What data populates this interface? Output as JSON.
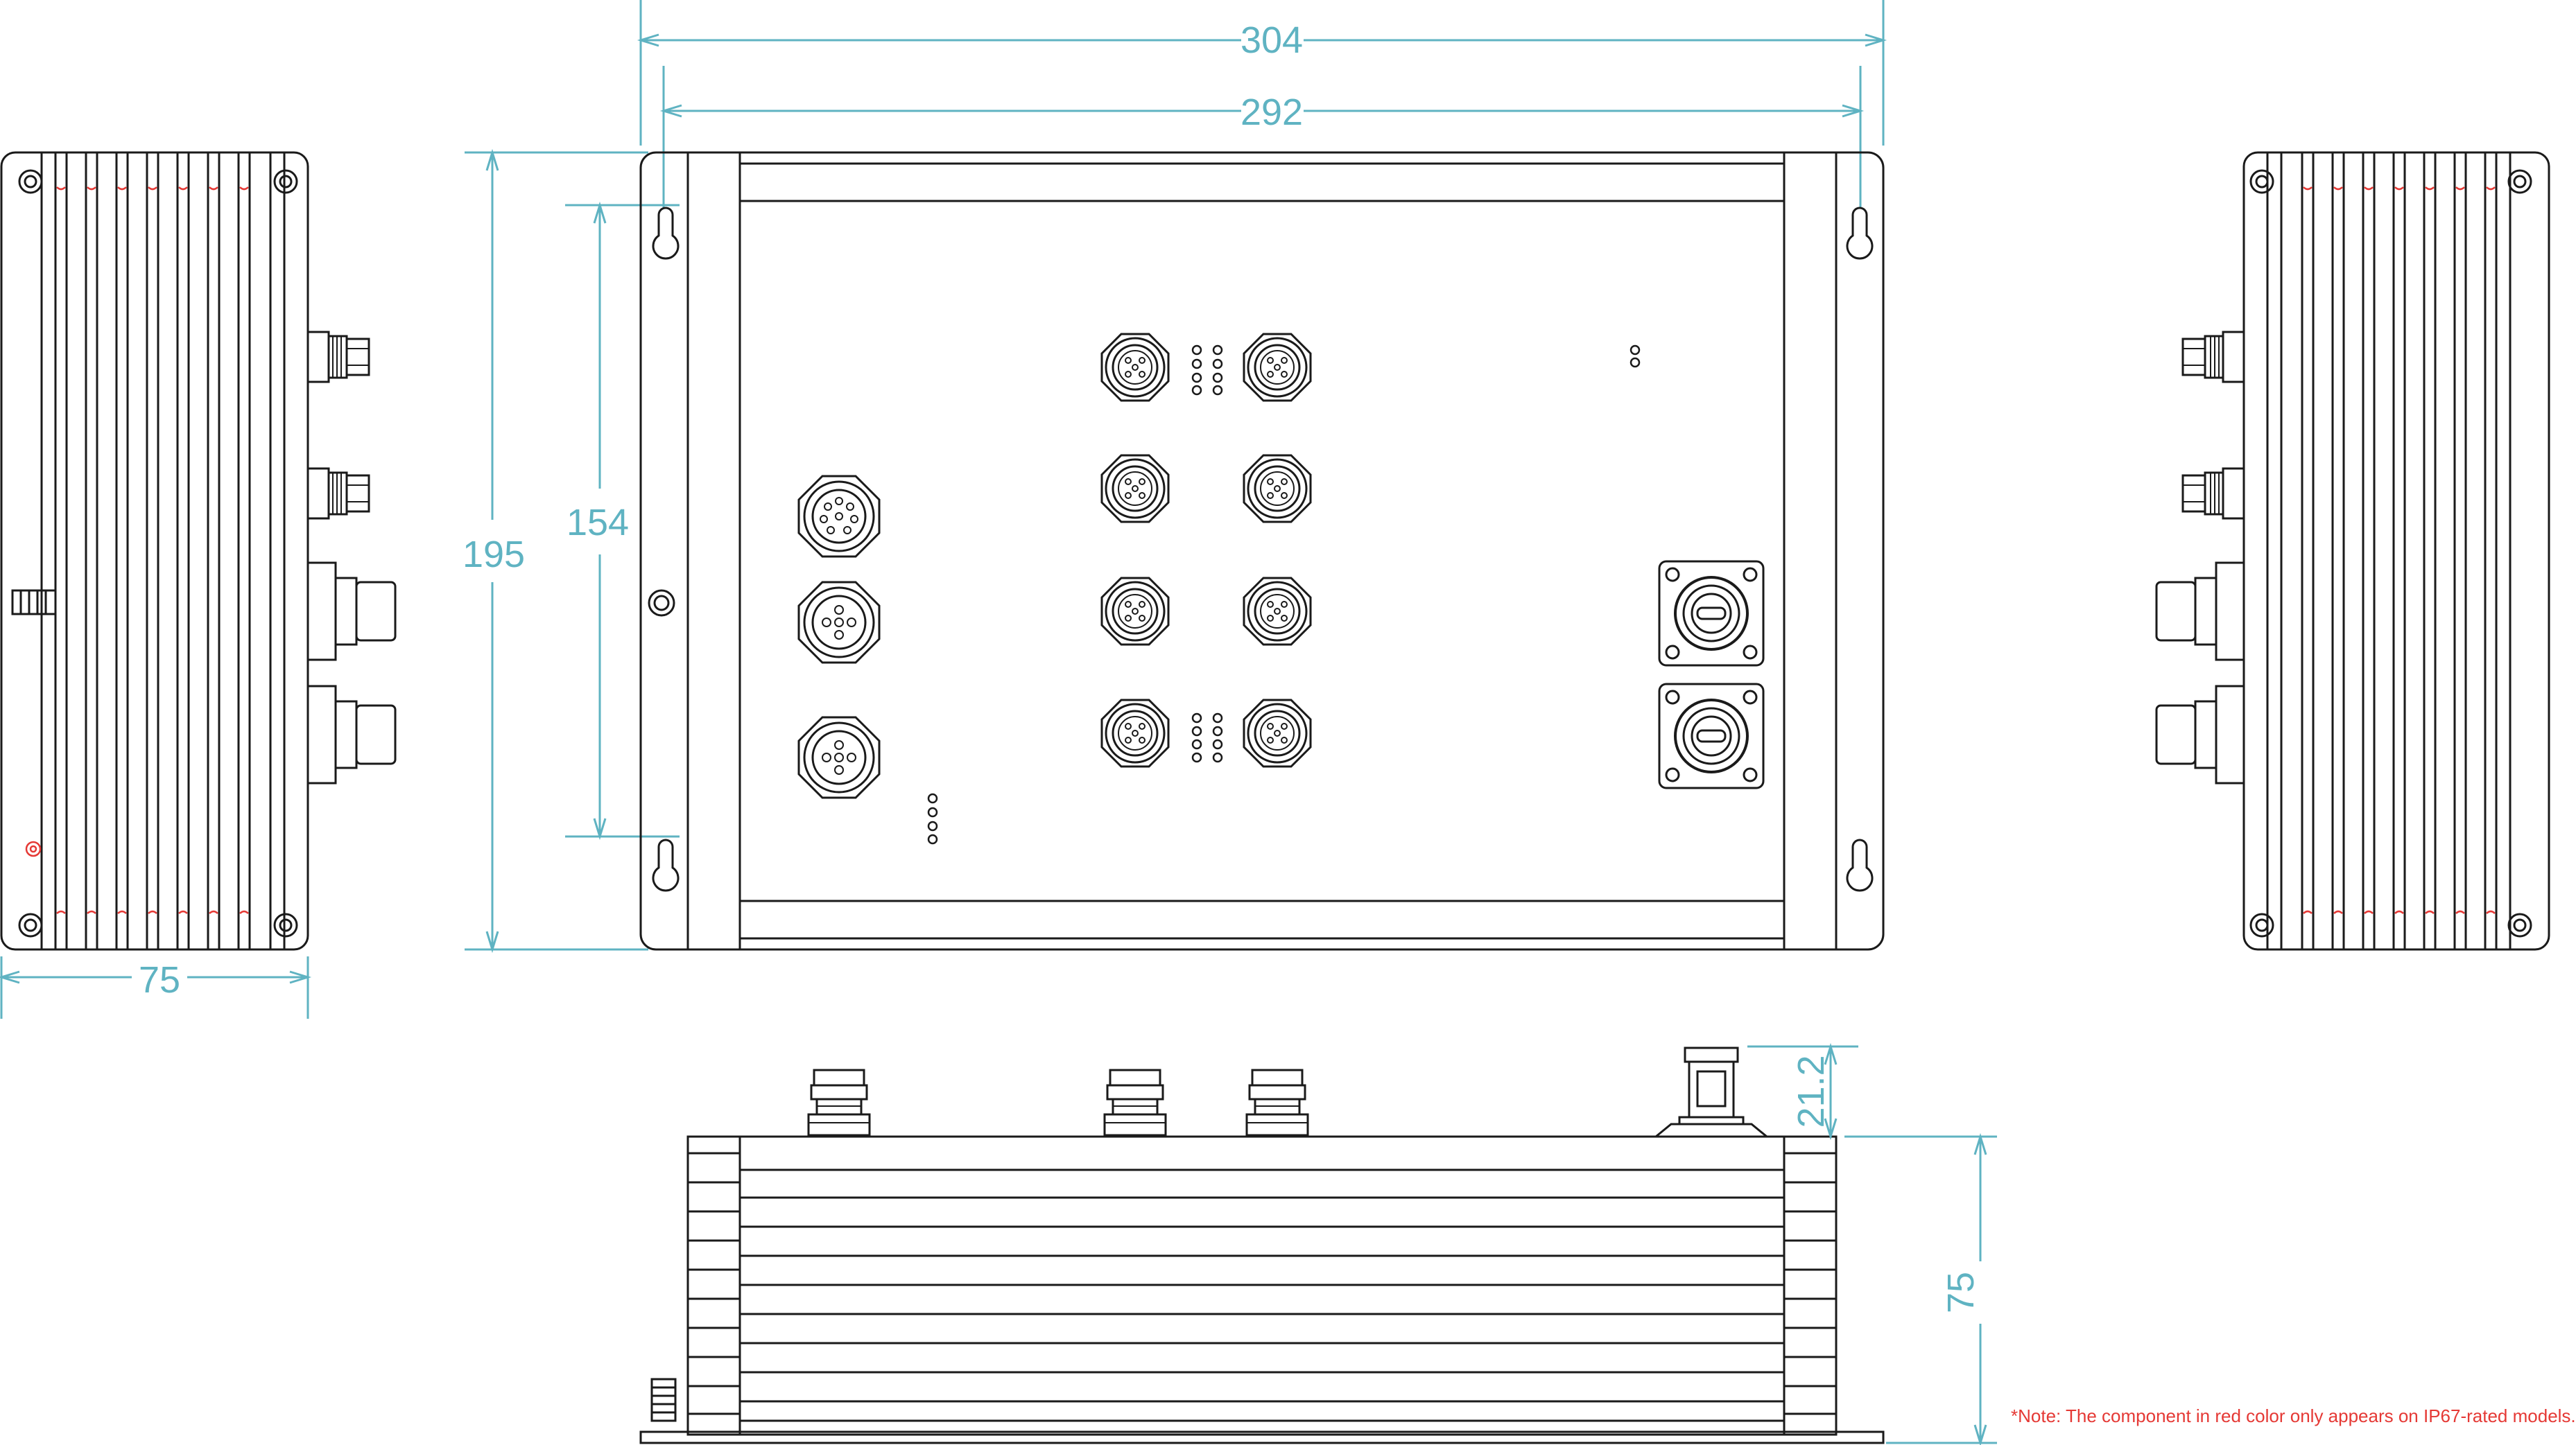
{
  "dimensions": {
    "overall_width": "304",
    "mount_width": "292",
    "overall_height": "195",
    "mount_height": "154",
    "side_depth": "75",
    "connector_height": "21.2",
    "body_height": "75"
  },
  "note": "*Note: The component in red color only appears on IP67-rated models.",
  "colors": {
    "line": "#1a1a1a",
    "dimension": "#5fb3c2",
    "note": "#e53935"
  }
}
